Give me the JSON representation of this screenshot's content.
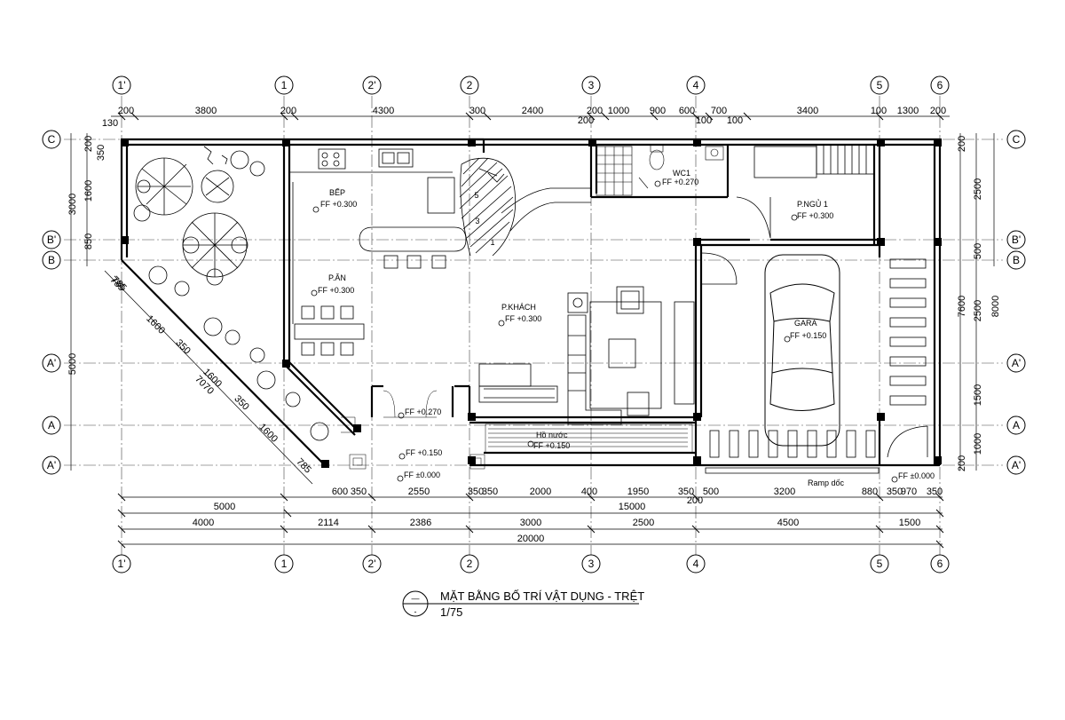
{
  "grid": {
    "top": [
      "1'",
      "1",
      "2'",
      "2",
      "3",
      "4",
      "5",
      "6"
    ],
    "bottom": [
      "1'",
      "1",
      "2'",
      "2",
      "3",
      "4",
      "5",
      "6"
    ],
    "left": [
      "C",
      "B'",
      "B",
      "A'",
      "A",
      "A'"
    ],
    "right": [
      "C",
      "B'",
      "B",
      "A'",
      "A",
      "A'"
    ]
  },
  "dims_top": [
    "130",
    "200",
    "3800",
    "200",
    "4300",
    "300",
    "2400",
    "200",
    "200",
    "1000",
    "900",
    "600",
    "100",
    "700",
    "100",
    "3400",
    "100",
    "1300",
    "200"
  ],
  "dims_left": [
    "200",
    "350",
    "1600",
    "3000",
    "850",
    "785",
    "5000"
  ],
  "dims_right": [
    "200",
    "2500",
    "500",
    "7600",
    "8000",
    "2500",
    "1500",
    "1000",
    "200"
  ],
  "dims_bottom_row1": [
    "600",
    "350",
    "2550",
    "350",
    "350",
    "2000",
    "400",
    "1950",
    "350",
    "500",
    "3200",
    "880",
    "350",
    "970",
    "350"
  ],
  "dims_bottom_row2": [
    "5000",
    "15000",
    "200"
  ],
  "dims_bottom_row3": [
    "4000",
    "2114",
    "2386",
    "3000",
    "2500",
    "4500",
    "1500"
  ],
  "dims_bottom_total": "20000",
  "dims_diagonal": [
    "785",
    "1600",
    "350",
    "1600",
    "7070",
    "350",
    "1600",
    "785"
  ],
  "rooms": {
    "bep": {
      "name": "BẾP",
      "level": "FF +0.300"
    },
    "an": {
      "name": "P.ĂN",
      "level": "FF +0.300"
    },
    "khach": {
      "name": "P.KHÁCH",
      "level": "FF +0.300"
    },
    "wc": {
      "name": "WC1",
      "level": "FF +0.270"
    },
    "ngu": {
      "name": "P.NGỦ 1",
      "level": "FF +0.300"
    },
    "gara": {
      "name": "GARA",
      "level": "FF +0.150"
    },
    "honuoc": {
      "name": "Hồ nước",
      "level": "FF +0.150"
    },
    "level_entry": "FF +0.270",
    "level_porch": "FF +0.150",
    "level_ground": "FF ±0.000",
    "level_ramp": "FF ±0.000",
    "ramp": "Ramp dốc"
  },
  "stair_numbers": [
    "5",
    "3",
    "1"
  ],
  "title": {
    "main": "MẶT BẰNG BỐ TRÍ VẬT DỤNG - TRỆT",
    "scale": "1/75",
    "symbol_top": "—",
    "symbol_bottom": "-"
  }
}
